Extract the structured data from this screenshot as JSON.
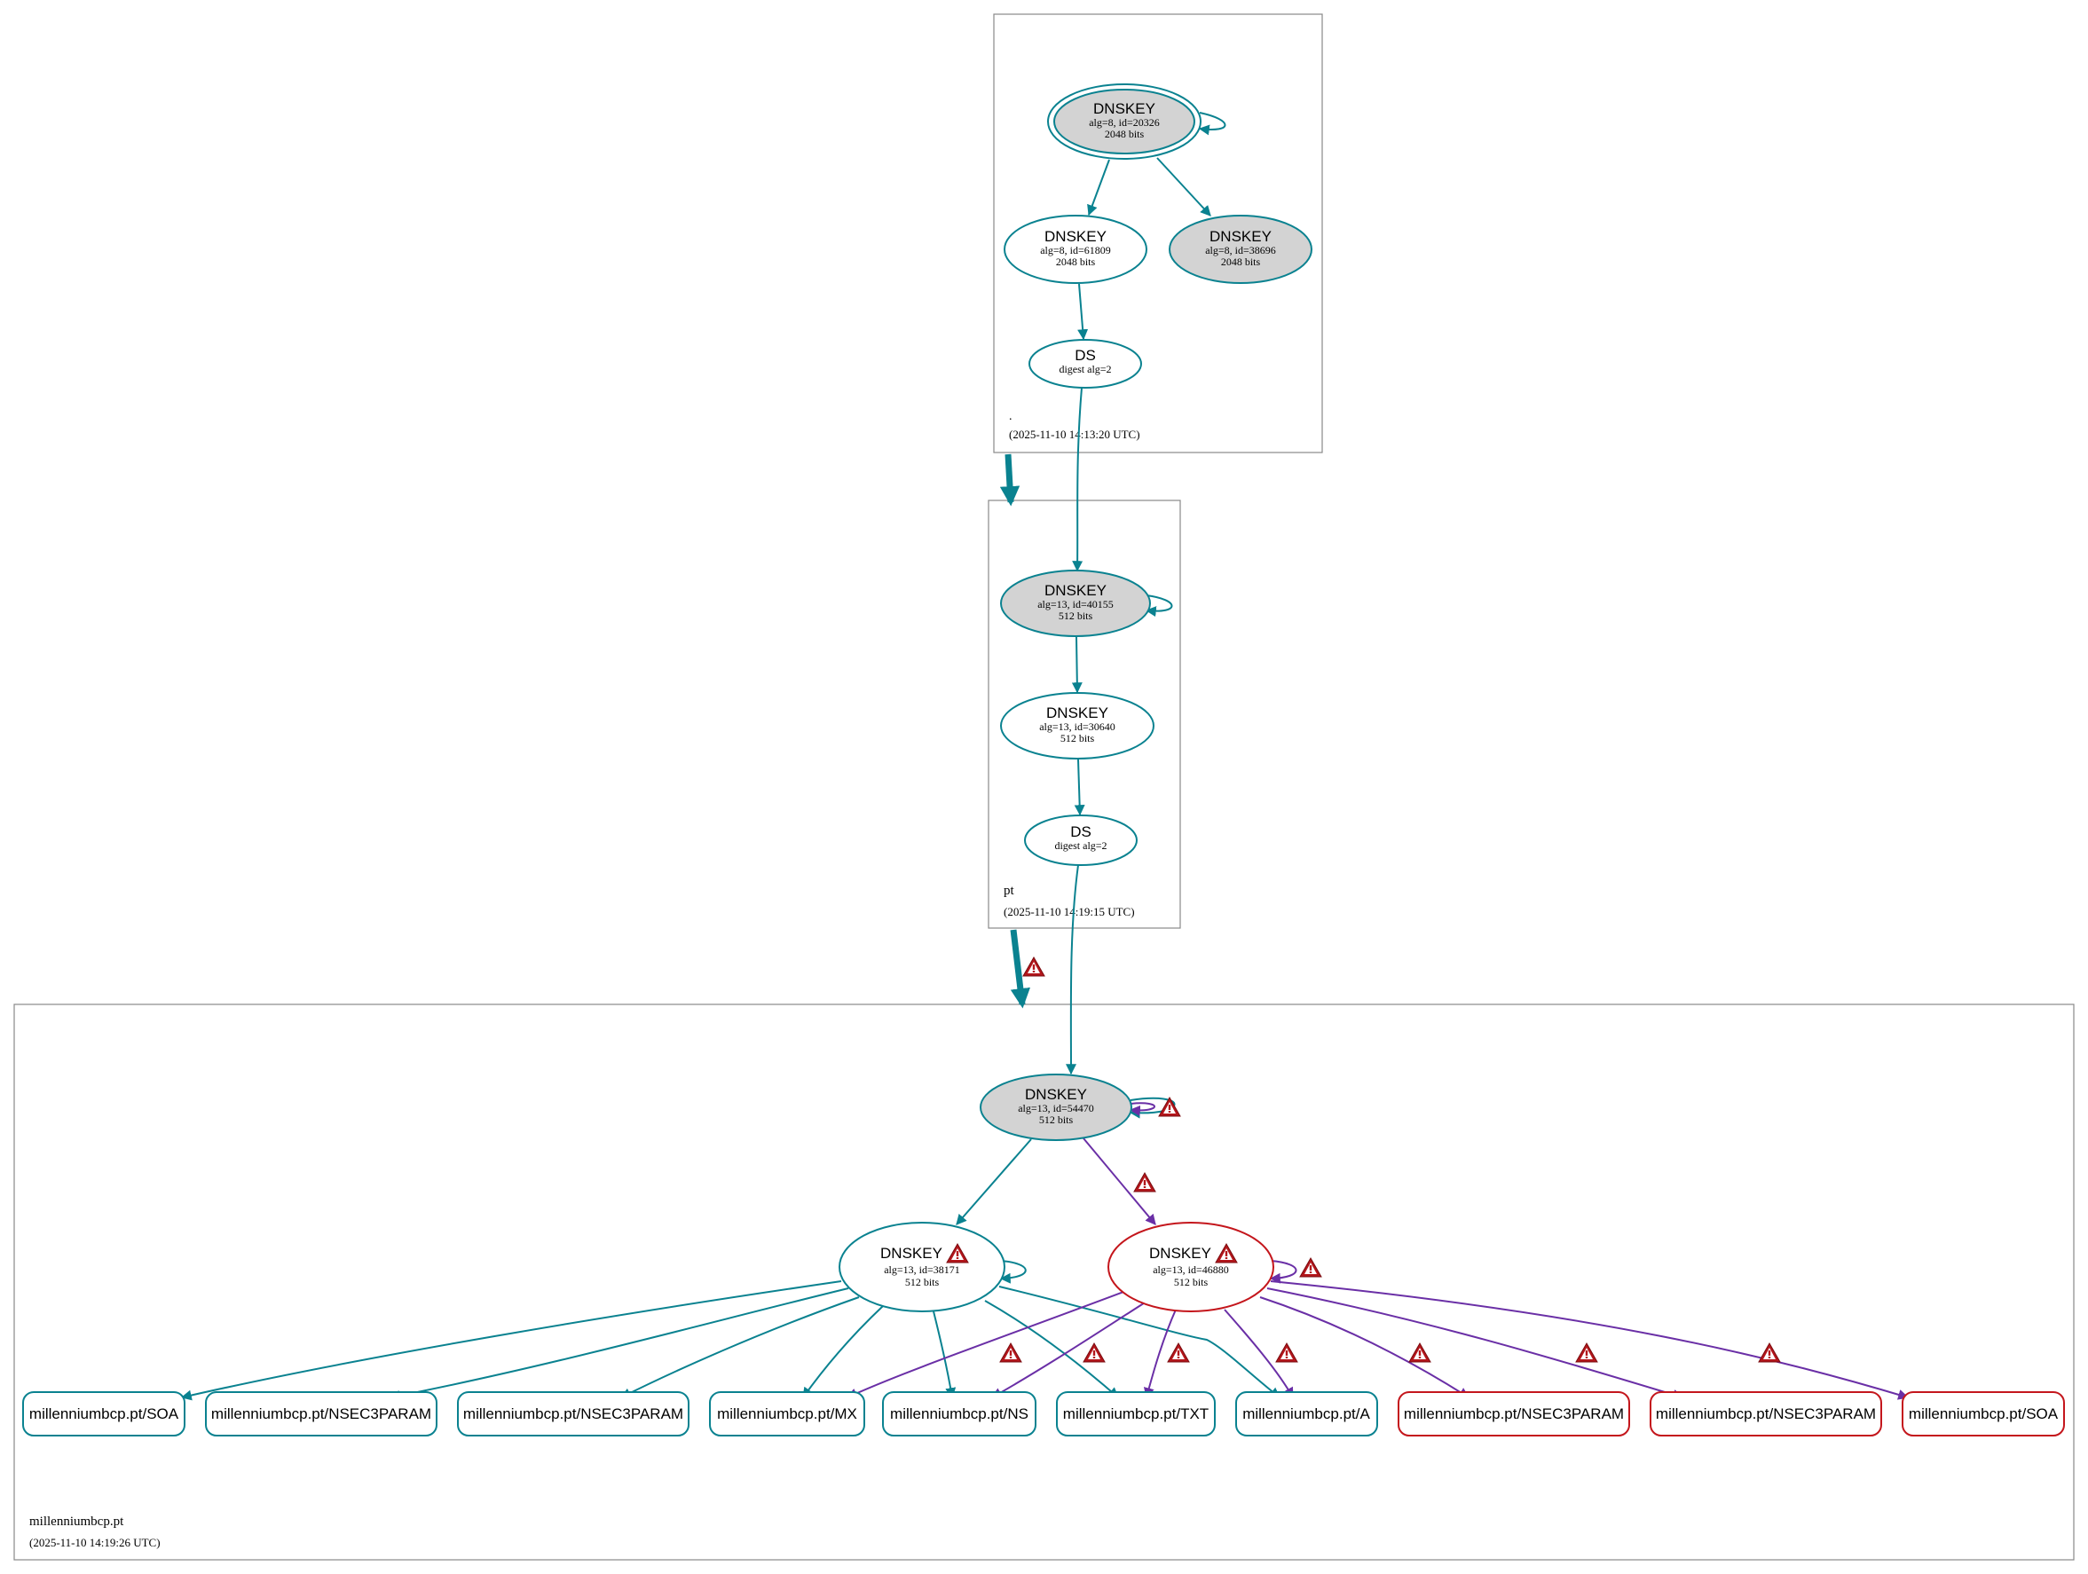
{
  "colors": {
    "teal": "#0a8290",
    "purple": "#6a2fa6",
    "red": "#c4161c",
    "gray_fill": "#d3d3d3",
    "box_border": "#888888"
  },
  "zones": [
    {
      "id": "root",
      "name": ".",
      "timestamp": "(2025-11-10 14:13:20 UTC)"
    },
    {
      "id": "pt",
      "name": "pt",
      "timestamp": "(2025-11-10 14:19:15 UTC)"
    },
    {
      "id": "mbcp",
      "name": "millenniumbcp.pt",
      "timestamp": "(2025-11-10 14:19:26 UTC)"
    }
  ],
  "keys": {
    "root_ksk": {
      "type": "DNSKEY",
      "detail": "alg=8, id=20326",
      "size": "2048 bits"
    },
    "root_zsk": {
      "type": "DNSKEY",
      "detail": "alg=8, id=61809",
      "size": "2048 bits"
    },
    "root_zsk2": {
      "type": "DNSKEY",
      "detail": "alg=8, id=38696",
      "size": "2048 bits"
    },
    "root_ds": {
      "type": "DS",
      "detail": "digest alg=2"
    },
    "pt_ksk": {
      "type": "DNSKEY",
      "detail": "alg=13, id=40155",
      "size": "512 bits"
    },
    "pt_zsk": {
      "type": "DNSKEY",
      "detail": "alg=13, id=30640",
      "size": "512 bits"
    },
    "pt_ds": {
      "type": "DS",
      "detail": "digest alg=2"
    },
    "mbcp_ksk": {
      "type": "DNSKEY",
      "detail": "alg=13, id=54470",
      "size": "512 bits"
    },
    "mbcp_zsk1": {
      "type": "DNSKEY",
      "detail": "alg=13, id=38171",
      "size": "512 bits"
    },
    "mbcp_zsk2": {
      "type": "DNSKEY",
      "detail": "alg=13, id=46880",
      "size": "512 bits"
    }
  },
  "records": [
    "millenniumbcp.pt/SOA",
    "millenniumbcp.pt/NSEC3PARAM",
    "millenniumbcp.pt/NSEC3PARAM",
    "millenniumbcp.pt/MX",
    "millenniumbcp.pt/NS",
    "millenniumbcp.pt/TXT",
    "millenniumbcp.pt/A",
    "millenniumbcp.pt/NSEC3PARAM",
    "millenniumbcp.pt/NSEC3PARAM",
    "millenniumbcp.pt/SOA"
  ],
  "icons": {
    "warning": "warning-triangle-icon"
  }
}
